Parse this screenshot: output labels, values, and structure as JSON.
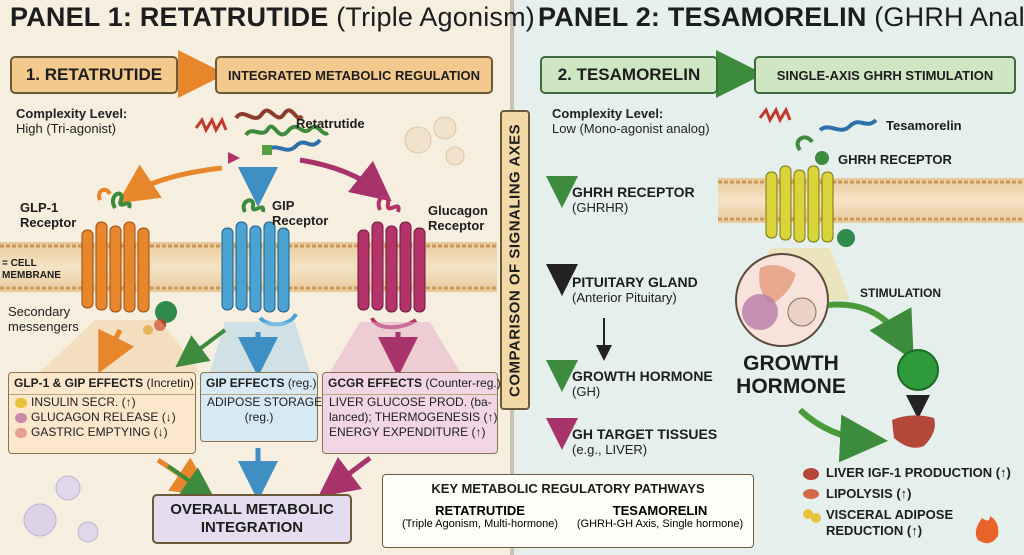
{
  "panel1": {
    "title_bold": "PANEL 1: RETATRUTIDE",
    "title_light": "(Triple Agonism)",
    "drug_box": "1. RETATRUTIDE",
    "integration_box": "INTEGRATED METABOLIC REGULATION",
    "complexity_label": "Complexity Level:",
    "complexity_value": "High (Tri-agonist)",
    "ligand_label": "Retatrutide",
    "receptors": {
      "glp1": "GLP-1 Receptor",
      "gip": "GIP Receptor",
      "gcg": "Glucagon Receptor"
    },
    "membrane_label": "= CELL MEMBRANE",
    "secondary_label": "Secondary messengers",
    "effects": {
      "glp_gip": {
        "header": "GLP-1 & GIP EFFECTS",
        "header_note": "(Incretin)",
        "rows": [
          "INSULIN SECR. (↑)",
          "GLUCAGON RELEASE (↓)",
          "GASTRIC EMPTYING (↓)"
        ]
      },
      "gip": {
        "header": "GIP EFFECTS",
        "header_note": "(reg.)",
        "rows": [
          "ADIPOSE STORAGE",
          "(reg.)"
        ]
      },
      "gcgr": {
        "header": "GCGR EFFECTS",
        "header_note": "(Counter-reg.)",
        "rows": [
          "LIVER GLUCOSE PROD. (ba-",
          "lanced); THERMOGENESIS (↑)",
          "ENERGY EXPENDITURE (↑)"
        ]
      }
    },
    "overall_box": [
      "OVERALL METABOLIC",
      "INTEGRATION"
    ]
  },
  "comparison_label": "COMPARISON OF SIGNALING AXES",
  "panel2": {
    "title_bold": "PANEL 2: TESAMORELIN",
    "title_light": "(GHRH Analog)",
    "drug_box": "2. TESAMORELIN",
    "stim_box": "SINGLE-AXIS GHRH STIMULATION",
    "complexity_label": "Complexity Level:",
    "complexity_value": "Low (Mono-agonist analog)",
    "ligand_label": "Tesamorelin",
    "receptor_label": "GHRH RECEPTOR",
    "steps": [
      {
        "name": "GHRH RECEPTOR",
        "sub": "(GHRHR)"
      },
      {
        "name": "PITUITARY GLAND",
        "sub": "(Anterior Pituitary)"
      },
      {
        "name": "GROWTH HORMONE",
        "sub": "(GH)"
      },
      {
        "name": "GH TARGET TISSUES",
        "sub": "(e.g., LIVER)"
      }
    ],
    "stimulation_label": "STIMULATION",
    "gh_label": [
      "GROWTH",
      "HORMONE"
    ],
    "outcomes": [
      "LIVER IGF-1 PRODUCTION (↑)",
      "LIPOLYSIS (↑)",
      "VISCERAL ADIPOSE",
      "REDUCTION (↑)"
    ]
  },
  "legend": {
    "title": "KEY METABOLIC REGULATORY PATHWAYS",
    "col1_name": "RETATRUTIDE",
    "col1_sub": "(Triple Agonism, Multi-hormone)",
    "col2_name": "TESAMORELIN",
    "col2_sub": "(GHRH-GH Axis, Single hormone)"
  },
  "colors": {
    "panel1_bg": "#f6efe0",
    "panel2_bg": "#e5efec",
    "glp1": "#e8862b",
    "gip": "#4aa3d2",
    "gcg": "#b5336b",
    "ghrh": "#d9d43a",
    "green": "#3d8b3d"
  }
}
